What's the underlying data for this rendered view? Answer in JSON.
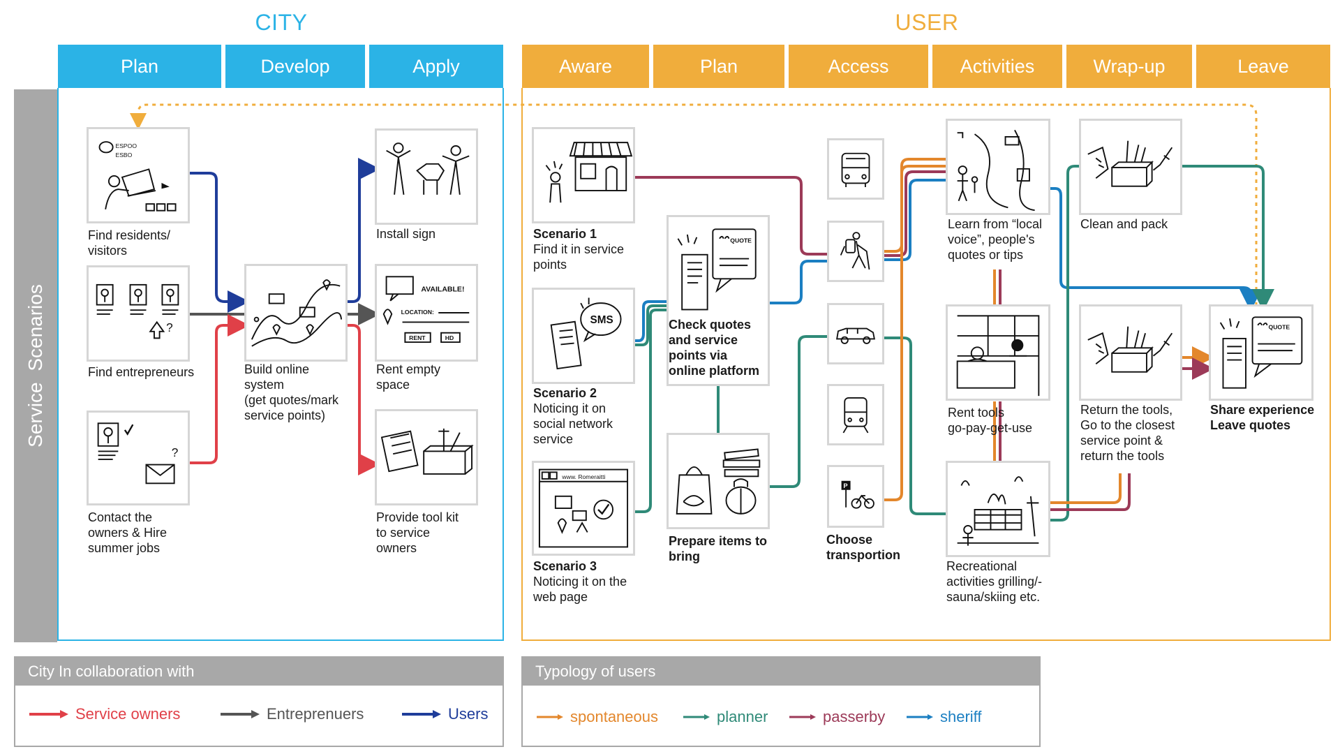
{
  "colors": {
    "city_blue": "#2bb3e6",
    "user_orange": "#f0ad3c",
    "sidebar_gray": "#a8a8a8",
    "service_owners_red": "#e04048",
    "entrepreneurs_gray": "#555555",
    "users_navy": "#1f3d9a",
    "spontaneous": "#e3872c",
    "planner": "#2f8a78",
    "passerby": "#9c3a58",
    "sheriff": "#1b7fc2"
  },
  "city": {
    "title": "CITY",
    "phases": [
      "Plan",
      "Develop",
      "Apply"
    ]
  },
  "user": {
    "title": "USER",
    "phases": [
      "Aware",
      "Plan",
      "Access",
      "Activities",
      "Wrap-up",
      "Leave"
    ]
  },
  "sidebar": {
    "label": "Service Scenarios"
  },
  "city_steps": {
    "find_residents": "Find residents/\nvisitors",
    "find_entrepreneurs": "Find entrepreneurs",
    "contact_owners": "Contact the\nowners & Hire\nsummer jobs",
    "build_system": "Build online\nsystem\n(get quotes/mark\nservice points)",
    "install_sign": "Install sign",
    "rent_space": "Rent empty\nspace",
    "provide_toolkit": "Provide tool kit\nto service\nowners"
  },
  "sketch_text": {
    "espoo": "ESPOO",
    "esbo": "ESBO",
    "available": "AVAILABLE!",
    "location": "LOCATION:",
    "rent": "RENT",
    "hd": "HD",
    "sms": "SMS",
    "quote": "QUOTE",
    "web": "www. Romeraitti"
  },
  "user_steps": {
    "scenario1_title": "Scenario 1",
    "scenario1_text": "Find it in service\npoints",
    "scenario2_title": "Scenario 2",
    "scenario2_text": "Noticing it on\nsocial network\nservice",
    "scenario3_title": "Scenario 3",
    "scenario3_text": "Noticing it on the\nweb page",
    "check_quotes": "Check quotes\nand service\npoints via\nonline platform",
    "prepare_items": "Prepare items to\nbring",
    "choose_transport": "Choose\ntransportion",
    "learn_local": "Learn from “local\nvoice”, people's\nquotes or tips",
    "rent_tools": "Rent tools\ngo-pay-get-use",
    "recreational": "Recreational\nactivities grilling/-\nsauna/skiing etc.",
    "clean_pack": "Clean and pack",
    "return_tools": "Return the tools,\nGo to the closest\nservice point &\nreturn the tools",
    "share_experience": "Share experience\nLeave quotes"
  },
  "legend_city": {
    "title": "City In collaboration with",
    "items": [
      {
        "label": "Service owners",
        "color": "#e04048"
      },
      {
        "label": "Entreprenuers",
        "color": "#555555"
      },
      {
        "label": "Users",
        "color": "#1f3d9a"
      }
    ]
  },
  "legend_users": {
    "title": "Typology of users",
    "items": [
      {
        "label": "spontaneous",
        "color": "#e3872c"
      },
      {
        "label": "planner",
        "color": "#2f8a78"
      },
      {
        "label": "passerby",
        "color": "#9c3a58"
      },
      {
        "label": "sheriff",
        "color": "#1b7fc2"
      }
    ]
  }
}
